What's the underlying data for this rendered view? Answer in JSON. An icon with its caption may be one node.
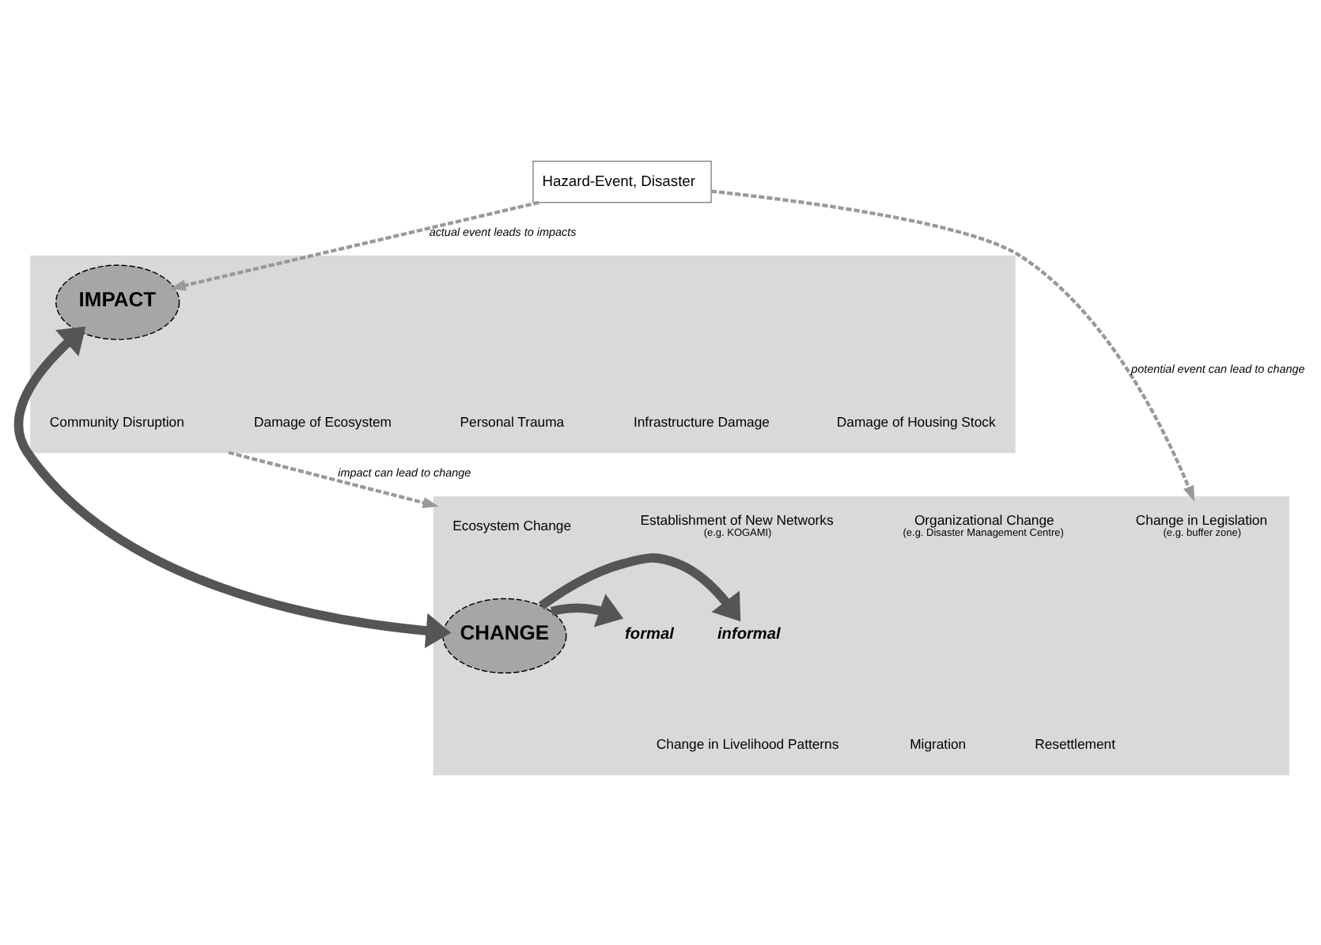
{
  "diagram": {
    "nodes": [
      {
        "text": [],
        "shape": "box"
      },
      {
        "text": [
          "IMPACT"
        ],
        "in": 0
      },
      {
        "text": [
          "Community Disruption"
        ],
        "in": 0
      },
      {
        "text": [
          "Damage of Ecosystem"
        ],
        "in": 0
      },
      {
        "text": [
          "Personal Trauma"
        ],
        "in": 0
      },
      {
        "text": [
          "Infrastructure Damage"
        ],
        "in": 0
      },
      {
        "text": [
          "Damage of Housing Stock"
        ],
        "in": 0
      },
      {
        "text": [
          "Hazard-Event, Disaster"
        ]
      },
      {
        "text": [],
        "shape": "box"
      },
      {
        "text": [
          "Ecosystem Change"
        ],
        "in": 8
      },
      {
        "text": [
          "Establishment of New Networks",
          "(e.g. KOGAMI)"
        ],
        "in": 8
      },
      {
        "text": [
          "Organizational Change",
          "(e.g. Disaster Management Centre)"
        ],
        "in": 8
      },
      {
        "text": [
          "Change in Legislation",
          "(e.g. buffer zone)"
        ],
        "in": 8
      },
      {
        "text": [
          "informal"
        ],
        "in": 8
      },
      {
        "text": [
          "CHANGE"
        ],
        "in": 8
      },
      {
        "text": [
          "formal"
        ],
        "in": 8
      },
      {
        "text": [
          "Change in Livelihood Patterns"
        ],
        "in": 8
      },
      {
        "text": [
          "Migration"
        ],
        "in": 8
      },
      {
        "text": [
          "Resettlement"
        ],
        "in": 8
      }
    ],
    "edges": [
      {
        "from": 7,
        "to": 1,
        "arrow": "to",
        "label": "actual event leads to impacts",
        "style": "dashed",
        "color": "#999999"
      },
      {
        "from": 0,
        "to": 8,
        "arrow": "to",
        "label": "impact can lead to change",
        "style": "dashed",
        "color": "#999999"
      },
      {
        "from": 7,
        "to": 8,
        "arrow": "to",
        "label": "potential event can lead to change",
        "style": "dashed",
        "color": "#999999"
      },
      {
        "from": 14,
        "to": 1,
        "arrow": "both",
        "style": "thick",
        "color": "#555555"
      },
      {
        "from": 14,
        "to": 13,
        "arrow": "to",
        "style": "thick",
        "color": "#555555"
      },
      {
        "from": 14,
        "to": 15,
        "arrow": "to",
        "style": "thick",
        "color": "#555555"
      }
    ]
  }
}
